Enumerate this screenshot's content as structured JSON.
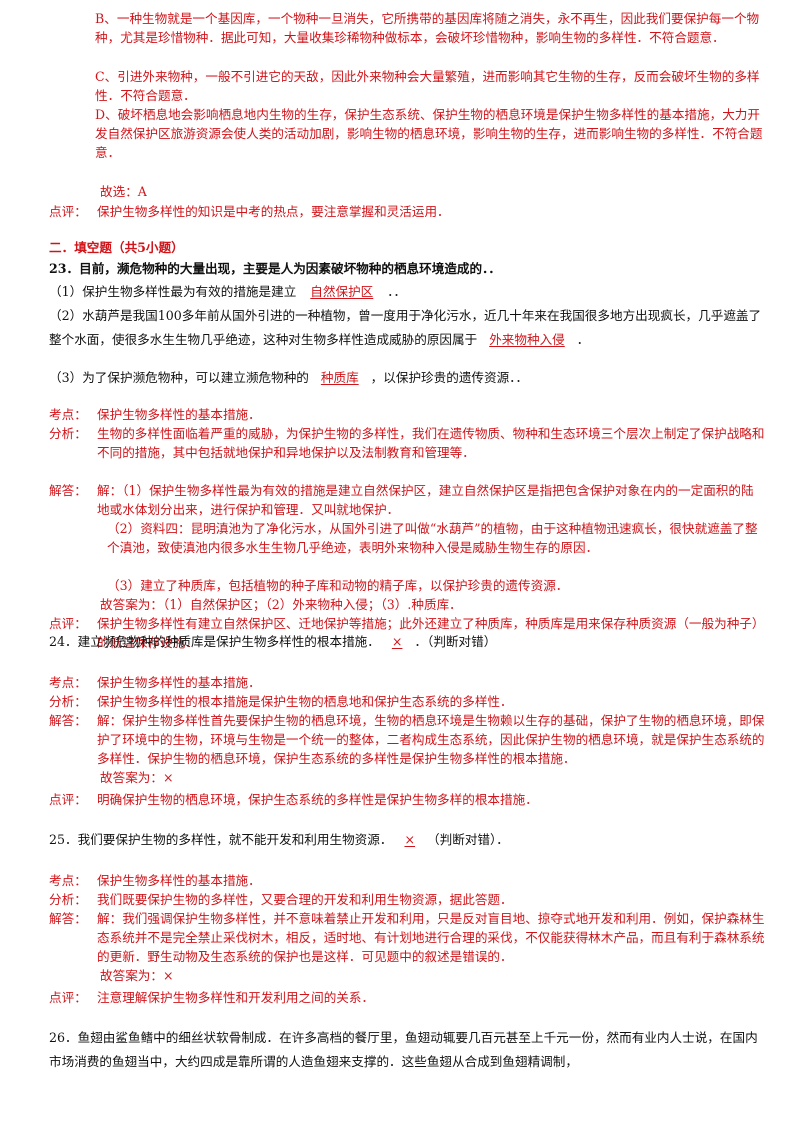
{
  "prev": {
    "opt_b": "B、一种生物就是一个基因库，一个物种一旦消失，它所携带的基因库将随之消失，永不再生，因此我们要保护每一个物种，尤其是珍惜物种．据此可知，大量收集珍稀物种做标本，会破坏珍惜物种，影响生物的多样性．不符合题意．",
    "opt_c": "C、引进外来物种，一般不引进它的天敌，因此外来物种会大量繁殖，进而影响其它生物的生存，反而会破坏生物的多样性．不符合题意．",
    "opt_d": "D、破坏栖息地会影响栖息地内生物的生存，保护生态系统、保护生物的栖息环境是保护生物多样性的基本措施，大力开发自然保护区旅游资源会使人类的活动加剧，影响生物的栖息环境，影响生物的生存，进而影响生物的多样性．不符合题意．",
    "answer": "故选：A",
    "comment_label": "点评：",
    "comment": "保护生物多样性的知识是中考的热点，要注意掌握和灵活运用．"
  },
  "section2": {
    "title": "二．填空题（共5小题）"
  },
  "q23": {
    "stem": "23．目前，濒危物种的大量出现，主要是人为因素破坏物种的栖息环境造成的．．",
    "p1_pre": "（1）保护生物多样性最为有效的措施是建立",
    "p1_ans": "自然保护区",
    "p1_post": "．．",
    "p2_pre": "（2）水葫芦是我国100多年前从国外引进的一种植物，曾一度用于净化污水，近几十年来在我国很多地方出现疯长，几乎遮盖了整个水面，使很多水生生物几乎绝迹，这种对生物多样性造成威胁的原因属于",
    "p2_ans": "外来物种入侵",
    "p2_post": "．",
    "p3_pre": "（3）为了保护濒危物种，可以建立濒危物种的",
    "p3_ans": "种质库",
    "p3_post": "，以保护珍贵的遗传资源．．",
    "kd_label": "考点：",
    "kd": "保护生物多样性的基本措施．",
    "fx_label": "分析：",
    "fx": "生物的多样性面临着严重的威胁，为保护生物的多样性，我们在遗传物质、物种和生态环境三个层次上制定了保护战略和不同的措施，其中包括就地保护和异地保护以及法制教育和管理等．",
    "jd_label": "解答：",
    "jd1": "解：（1）保护生物多样性最为有效的措施是建立自然保护区，建立自然保护区是指把包含保护对象在内的一定面积的陆地或水体划分出来，进行保护和管理．又叫就地保护．",
    "jd2": "（2）资料四：昆明滇池为了净化污水，从国外引进了叫做“水葫芦”的植物，由于这种植物迅速疯长，很快就遮盖了整个滇池，致使滇池内很多水生生物几乎绝迹，表明外来物种入侵是威胁生物生存的原因．",
    "jd3": "（3）建立了种质库，包括植物的种子库和动物的精子库，以保护珍贵的遗传资源．",
    "jd4": "故答案为：（1）自然保护区；（2）外来物种入侵；（3）.种质库．",
    "dp_label": "点评：",
    "dp": "保护生物多样性有建立自然保护区、迁地保护等措施；此外还建立了种质库，种质库是用来保存种质资源（一般为种子）的低温保存设施．"
  },
  "q24": {
    "stem_pre": "24．建立濒危物种的种质库是保护生物多样性的根本措施．",
    "ans": "×",
    "stem_post": "．（判断对错）",
    "kd_label": "考点：",
    "kd": "保护生物多样性的基本措施．",
    "fx_label": "分析：",
    "fx": "保护生物多样性的根本措施是保护生物的栖息地和保护生态系统的多样性．",
    "jd_label": "解答：",
    "jd1": "解：保护生物多样性首先要保护生物的栖息环境，生物的栖息环境是生物赖以生存的基础，保护了生物的栖息环境，即保护了环境中的生物，环境与生物是一个统一的整体，二者构成生态系统，因此保护生物的栖息环境，就是保护生态系统的多样性．保护生物的栖息环境，保护生态系统的多样性是保护生物多样性的根本措施．",
    "jd2": "故答案为：×",
    "dp_label": "点评：",
    "dp": "明确保护生物的栖息环境，保护生态系统的多样性是保护生物多样的根本措施．"
  },
  "q25": {
    "stem_pre": "25．我们要保护生物的多样性，就不能开发和利用生物资源．",
    "ans": "×",
    "stem_post": "（判断对错）．",
    "kd_label": "考点：",
    "kd": "保护生物多样性的基本措施．",
    "fx_label": "分析：",
    "fx": "我们既要保护生物的多样性，又要合理的开发和利用生物资源，据此答题．",
    "jd_label": "解答：",
    "jd1": "解：我们强调保护生物多样性，并不意味着禁止开发和利用，只是反对盲目地、掠夺式地开发和利用．例如，保护森林生态系统并不是完全禁止采伐树木，相反，适时地、有计划地进行合理的采伐，不仅能获得林木产品，而且有利于森林系统的更新．野生动物及生态系统的保护也是这样．可见题中的叙述是错误的．",
    "jd2": "故答案为：×",
    "dp_label": "点评：",
    "dp": "注意理解保护生物多样性和开发利用之间的关系．"
  },
  "q26": {
    "stem": "26．鱼翅由鲨鱼鳍中的细丝状软骨制成．在许多高档的餐厅里，鱼翅动辄要几百元甚至上千元一份，然而有业内人士说，在国内市场消费的鱼翅当中，大约四成是靠所谓的人造鱼翅来支撑的．这些鱼翅从合成到鱼翅精调制，"
  },
  "colors": {
    "answer_red": "#d0141a",
    "text": "#111111"
  }
}
